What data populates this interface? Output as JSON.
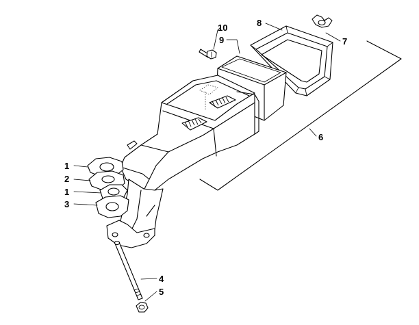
{
  "labels": {
    "l1a": "1",
    "l2": "2",
    "l1b": "1",
    "l3": "3",
    "l4": "4",
    "l5": "5",
    "l6": "6",
    "l7": "7",
    "l8": "8",
    "l9": "9",
    "l10": "10"
  }
}
